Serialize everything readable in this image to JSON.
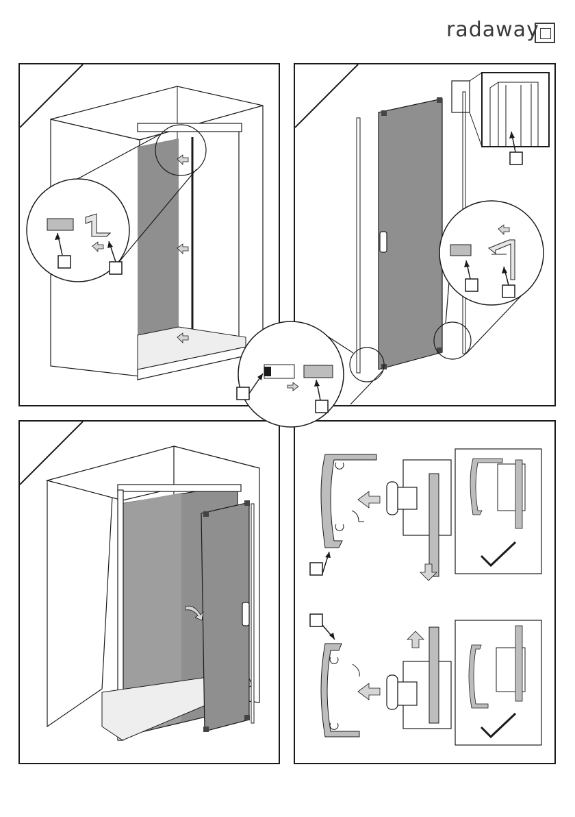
{
  "brand": {
    "name": "radaway",
    "logo_icon": "square-in-square-icon"
  },
  "steps": [
    {
      "id": "step-1",
      "scene": "install-seals-top-rail",
      "callouts": 2
    },
    {
      "id": "step-2",
      "scene": "install-door-profile-seals",
      "callouts": 4
    },
    {
      "id": "step-3",
      "scene": "hang-door-panel",
      "callouts": 0
    },
    {
      "id": "step-4",
      "scene": "handle-profile-assembly",
      "callouts": 2,
      "check_icons": 2
    }
  ],
  "colors": {
    "line": "#1a1a1a",
    "glass": "#8f8f8f",
    "glass_light": "#bdbdbd",
    "arrow_fill": "#d6d6d6"
  }
}
